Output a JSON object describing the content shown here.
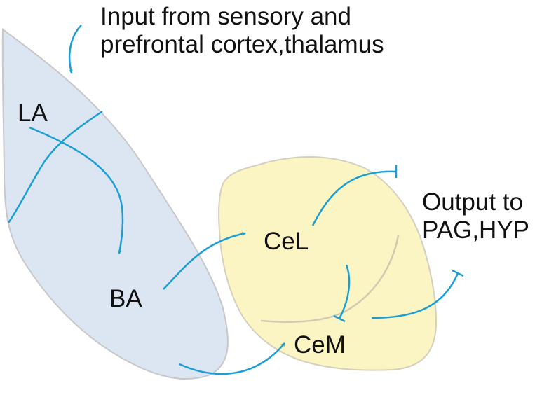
{
  "labels": {
    "input": [
      "Input from sensory and",
      "prefrontal cortex,thalamus"
    ],
    "output": [
      "Output to",
      "PAG,HYP"
    ],
    "regions": {
      "la": "LA",
      "ba": "BA",
      "cel": "CeL",
      "cem": "CeM"
    }
  },
  "colors": {
    "basolateral_fill": "#dce6f3",
    "basolateral_outline": "#c8c8c8",
    "central_fill": "#fbf5c4",
    "central_outline": "#d3d0bf",
    "arrow": "#1b9ed4",
    "boundary": "#1b9ed4",
    "internal_divider": "#cfcab0",
    "text": "#111111"
  },
  "connections": [
    {
      "from": "Input",
      "to": "LA",
      "type": "excitatory"
    },
    {
      "from": "LA",
      "to": "BA",
      "type": "excitatory"
    },
    {
      "from": "BA",
      "to": "CeL",
      "type": "excitatory"
    },
    {
      "from": "BA",
      "to": "CeM",
      "type": "excitatory"
    },
    {
      "from": "CeL",
      "to": "CeL",
      "type": "inhibitory"
    },
    {
      "from": "CeL",
      "to": "CeM",
      "type": "inhibitory"
    },
    {
      "from": "CeM",
      "to": "PAG,HYP",
      "type": "inhibitory"
    }
  ]
}
